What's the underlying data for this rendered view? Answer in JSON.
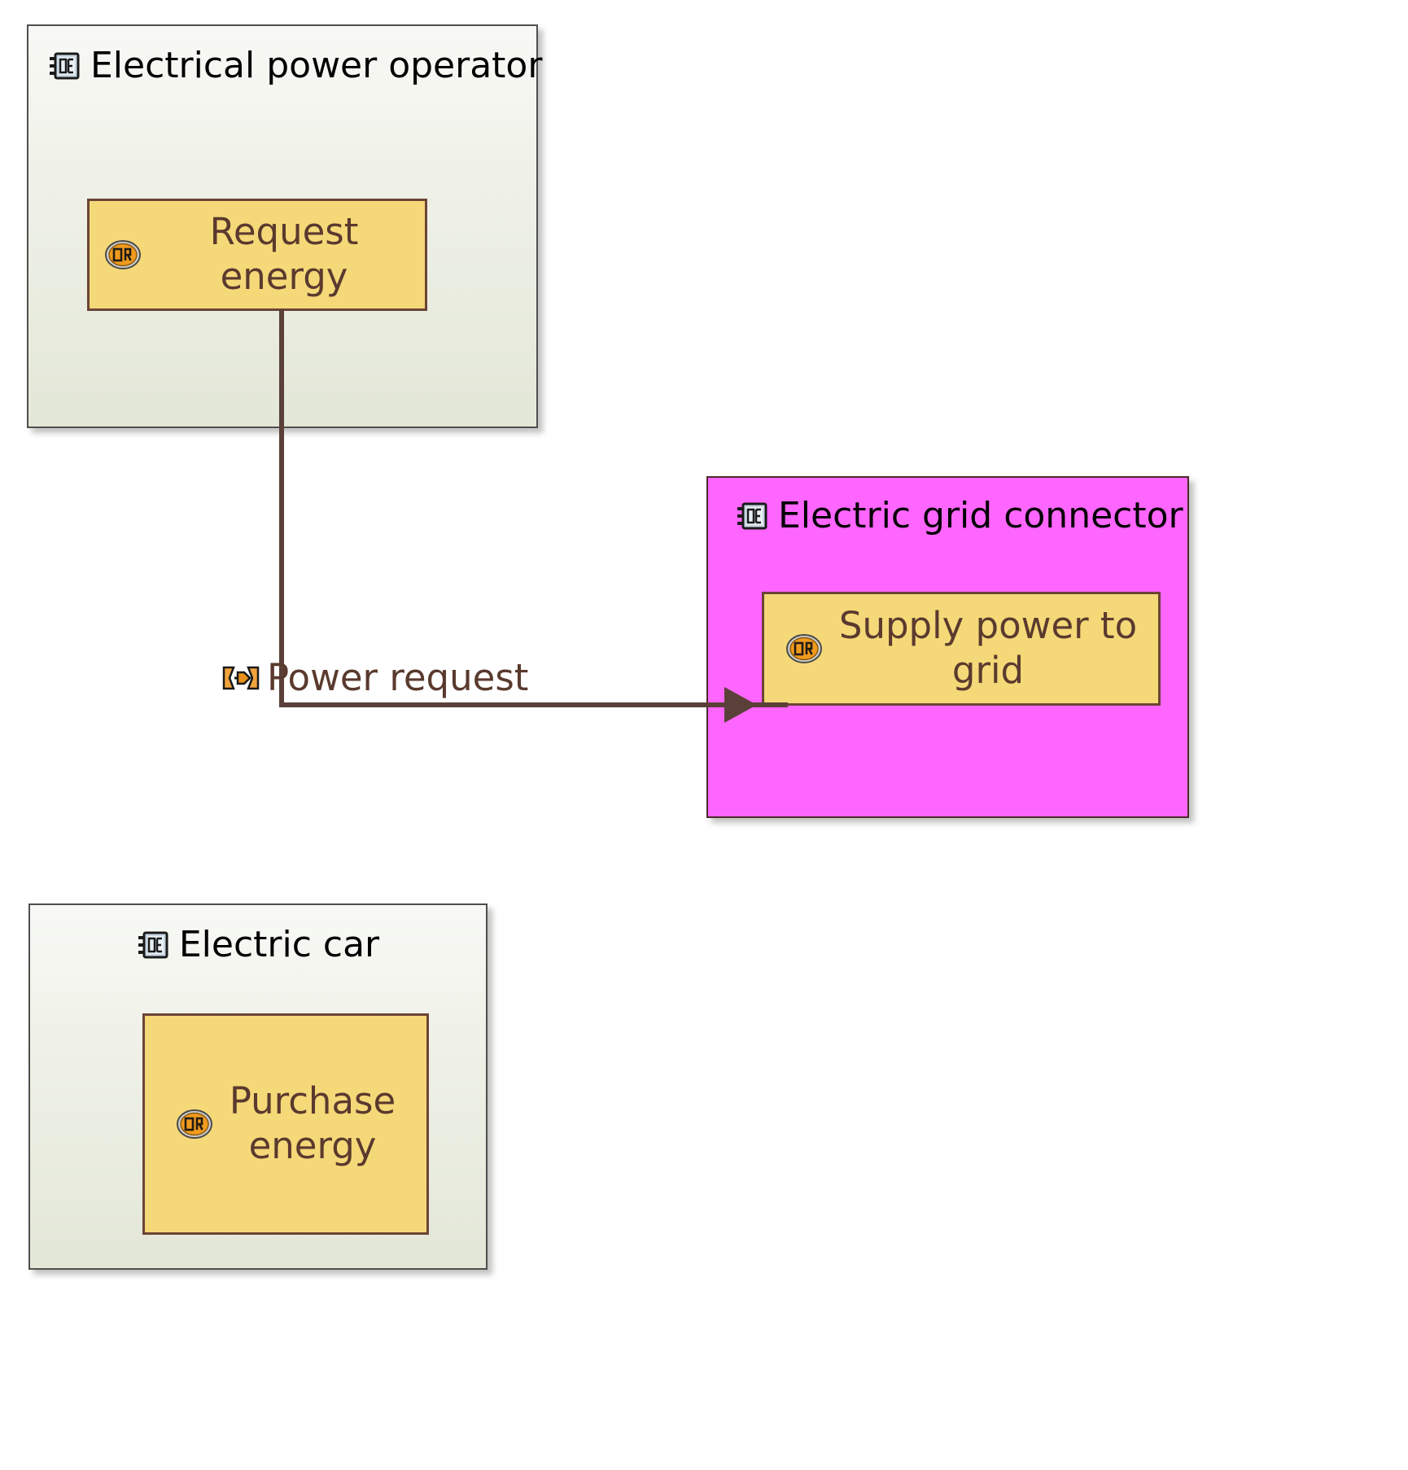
{
  "diagram": {
    "type": "sysml-activity-partition-diagram",
    "background": "#ffffff"
  },
  "blocks": [
    {
      "id": "electrical-power-operator",
      "title": "Electrical power operator",
      "icon": "block-icon",
      "fill": "#eff1e8",
      "border": "#4f4f4f",
      "header_align": "left"
    },
    {
      "id": "electric-grid-connector",
      "title": "Electric grid connector",
      "icon": "block-icon",
      "fill": "#ff66ff",
      "border": "#4a2b2b",
      "header_align": "left"
    },
    {
      "id": "electric-car",
      "title": "Electric car",
      "icon": "block-icon",
      "fill": "#eff1e8",
      "border": "#4f4f4f",
      "header_align": "center"
    }
  ],
  "actions": [
    {
      "id": "request-energy",
      "label": "Request energy",
      "icon": "activity-icon",
      "fill": "#f5d878",
      "border": "#6b4436",
      "parent": "electrical-power-operator"
    },
    {
      "id": "supply-power-to-grid",
      "label": "Supply power to\ngrid",
      "icon": "activity-icon",
      "fill": "#f5d878",
      "border": "#6b4436",
      "parent": "electric-grid-connector"
    },
    {
      "id": "purchase-energy",
      "label": "Purchase\nenergy",
      "icon": "activity-icon",
      "fill": "#f5d878",
      "border": "#6b4436",
      "parent": "electric-car"
    }
  ],
  "flows": [
    {
      "id": "power-request",
      "label": "Power request",
      "icon": "object-flow-icon",
      "color": "#5a4038",
      "from": "request-energy",
      "to": "supply-power-to-grid"
    }
  ]
}
